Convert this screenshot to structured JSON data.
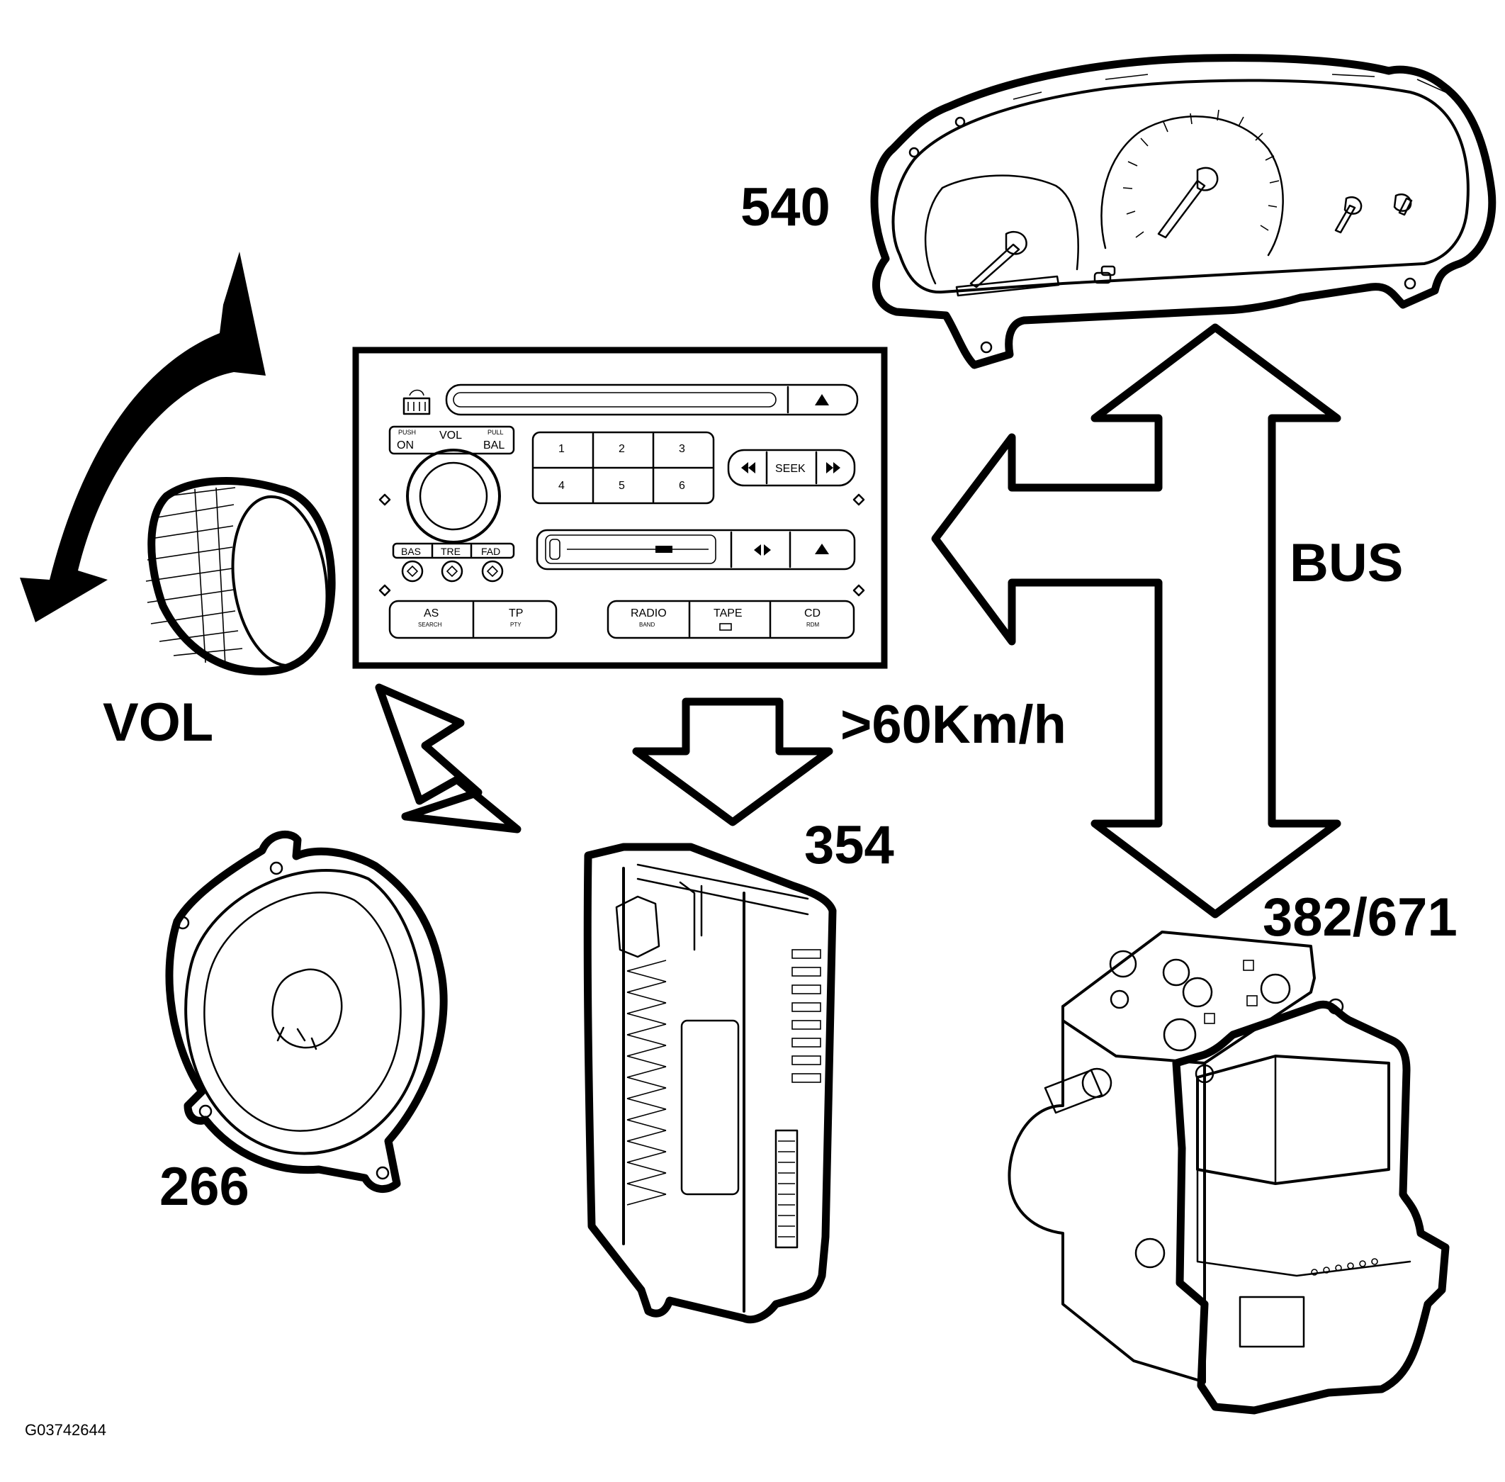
{
  "callouts": {
    "instrument_cluster": "540",
    "volume_control": "VOL",
    "speed_threshold": ">60Km/h",
    "bus": "BUS",
    "amplifier": "354",
    "abs_module": "382/671",
    "speaker": "266"
  },
  "radio": {
    "vol_label": "VOL",
    "on_top": "PUSH",
    "on_label": "ON",
    "bal_top": "PULL",
    "bal_label": "BAL",
    "presets": [
      "1",
      "2",
      "3",
      "4",
      "5",
      "6"
    ],
    "seek_label": "SEEK",
    "bas_label": "BAS",
    "tre_label": "TRE",
    "fad_label": "FAD",
    "as_label": "AS",
    "as_sub": "SEARCH",
    "tp_label": "TP",
    "tp_sub": "PTY",
    "radio_label": "RADIO",
    "radio_sub": "BAND",
    "tape_label": "TAPE",
    "cd_label": "CD",
    "cd_sub": "RDM"
  },
  "figure_id": "G03742644"
}
